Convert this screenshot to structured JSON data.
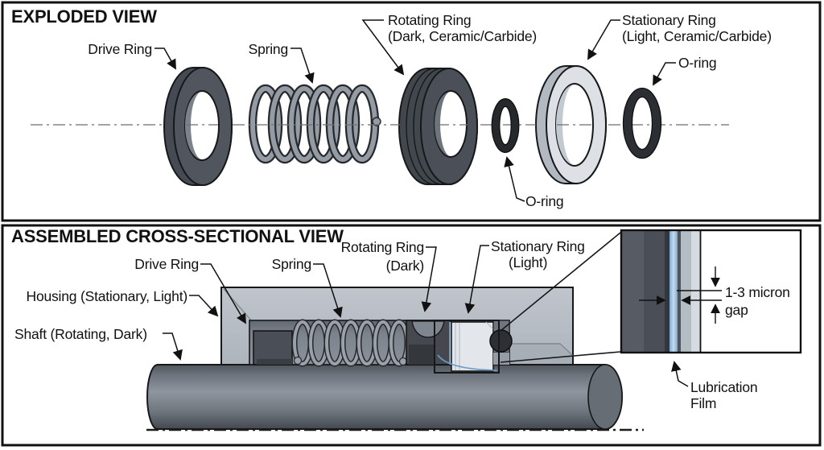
{
  "exploded": {
    "title": "EXPLODED VIEW",
    "labels": {
      "drive_ring": "Drive Ring",
      "spring": "Spring",
      "rotating_l1": "Rotating Ring",
      "rotating_l2": "(Dark, Ceramic/Carbide)",
      "stationary_l1": "Stationary Ring",
      "stationary_l2": "(Light, Ceramic/Carbide)",
      "oring_top": "O-ring",
      "oring_bottom": "O-ring"
    }
  },
  "assembled": {
    "title": "ASSEMBLED CROSS-SECTIONAL VIEW",
    "labels": {
      "housing": "Housing (Stationary, Light)",
      "shaft": "Shaft (Rotating, Dark)",
      "drive_ring": "Drive Ring",
      "spring": "Spring",
      "rotating_l1": "Rotating Ring",
      "rotating_l2": "(Dark)",
      "stationary_l1": "Stationary Ring",
      "stationary_l2": "(Light)"
    },
    "detail": {
      "gap_l1": "1-3 micron",
      "gap_l2": "gap",
      "lube_l1": "Lubrication",
      "lube_l2": "Film"
    }
  },
  "colors": {
    "ring_dark": "#4a4f57",
    "ring_light": "#dde1e6",
    "housing_light": "#b7bcc4",
    "oring_dark": "#2b2e33",
    "spring_gray": "#949ba3",
    "lubrication_film_blue": "#8fb4d8",
    "outline_black": "#16181a"
  }
}
